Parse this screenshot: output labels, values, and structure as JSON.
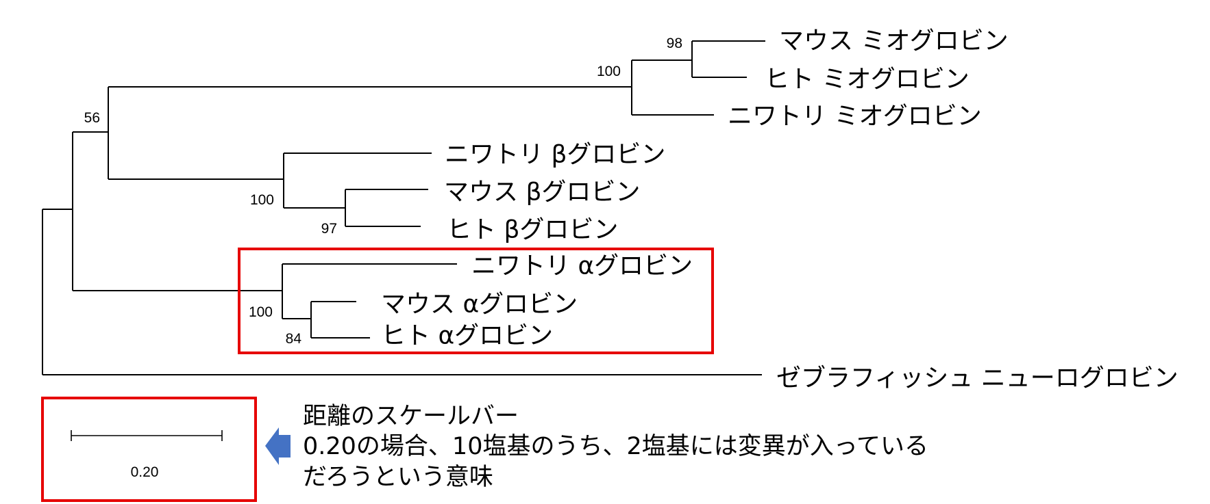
{
  "tree": {
    "leaves": {
      "mouse_myoglobin": "マウス ミオグロビン",
      "human_myoglobin": "ヒト ミオグロビン",
      "chicken_myoglobin": "ニワトリ ミオグロビン",
      "chicken_beta": "ニワトリ βグロビン",
      "mouse_beta": "マウス βグロビン",
      "human_beta": "ヒト βグロビン",
      "chicken_alpha": "ニワトリ αグロビン",
      "mouse_alpha": "マウス αグロビン",
      "human_alpha": "ヒト αグロビン",
      "zebrafish_neuroglobin": "ゼブラフィッシュ ニューログロビン"
    },
    "bootstrap": {
      "myo_mouse_human": "98",
      "myoglobin_clade": "100",
      "myo_beta": "56",
      "beta_clade": "100",
      "beta_mouse_human": "97",
      "alpha_clade": "100",
      "alpha_mouse_human": "84"
    }
  },
  "scale_bar": {
    "label": "0.20",
    "value": 0.2
  },
  "annotation": {
    "line1": "距離のスケールバー",
    "line2": "0.20の場合、10塩基のうち、2塩基には変異が入っている",
    "line3": "だろうという意味"
  },
  "colors": {
    "highlight": "#e60000",
    "arrow": "#4472c4"
  }
}
